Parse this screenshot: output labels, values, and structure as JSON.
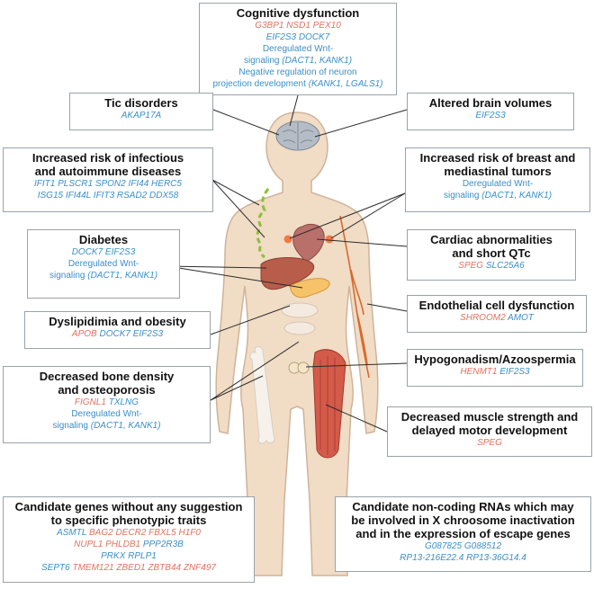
{
  "colors": {
    "red_gene": "#e0735f",
    "blue_gene": "#3a8fc8",
    "skin": "#f1dcc5",
    "body_outline": "#cfb39a"
  },
  "boxes": {
    "cognitive": {
      "title": "Cognitive dysfunction",
      "lines": [
        [
          {
            "t": "G3BP1 NSD1 PEX10",
            "c": "red",
            "g": true
          }
        ],
        [
          {
            "t": "EIF2S3 DOCK7",
            "c": "blue",
            "g": true
          }
        ],
        [
          {
            "t": "Deregulated Wnt-",
            "c": "blue",
            "g": false
          }
        ],
        [
          {
            "t": "signaling ",
            "c": "blue",
            "g": false
          },
          {
            "t": "(DACT1, KANK1)",
            "c": "blue",
            "g": true
          }
        ],
        [
          {
            "t": "Negative regulation of neuron",
            "c": "blue",
            "g": false
          }
        ],
        [
          {
            "t": "projection development ",
            "c": "blue",
            "g": false
          },
          {
            "t": "(KANK1, LGALS1)",
            "c": "blue",
            "g": true
          }
        ]
      ]
    },
    "tic": {
      "title": "Tic disorders",
      "lines": [
        [
          {
            "t": "AKAP17A",
            "c": "blue",
            "g": true
          }
        ]
      ]
    },
    "brain_volumes": {
      "title": "Altered brain volumes",
      "lines": [
        [
          {
            "t": "EIF2S3",
            "c": "blue",
            "g": true
          }
        ]
      ]
    },
    "infectious": {
      "title": "Increased risk of infectious\nand autoimmune diseases",
      "lines": [
        [
          {
            "t": "IFIT1 PLSCR1 SPON2 IFI44 HERC5",
            "c": "blue",
            "g": true
          }
        ],
        [
          {
            "t": "ISG15 IFI44L IFIT3 RSAD2 DDX58",
            "c": "blue",
            "g": true
          }
        ]
      ]
    },
    "breast": {
      "title": "Increased risk of breast and\nmediastinal tumors",
      "lines": [
        [
          {
            "t": "Deregulated Wnt-",
            "c": "blue",
            "g": false
          }
        ],
        [
          {
            "t": "signaling ",
            "c": "blue",
            "g": false
          },
          {
            "t": "(DACT1, KANK1)",
            "c": "blue",
            "g": true
          }
        ]
      ]
    },
    "diabetes": {
      "title": "Diabetes",
      "lines": [
        [
          {
            "t": "DOCK7 EIF2S3",
            "c": "blue",
            "g": true
          }
        ],
        [
          {
            "t": "Deregulated Wnt-",
            "c": "blue",
            "g": false
          }
        ],
        [
          {
            "t": "signaling ",
            "c": "blue",
            "g": false
          },
          {
            "t": "(DACT1, KANK1)",
            "c": "blue",
            "g": true
          }
        ]
      ]
    },
    "cardiac": {
      "title": "Cardiac abnormalities\nand short QTc",
      "lines": [
        [
          {
            "t": "SPEG ",
            "c": "red",
            "g": true
          },
          {
            "t": "SLC25A6",
            "c": "blue",
            "g": true
          }
        ]
      ]
    },
    "endothelial": {
      "title": "Endothelial cell dysfunction",
      "lines": [
        [
          {
            "t": "SHROOM2 ",
            "c": "red",
            "g": true
          },
          {
            "t": "AMOT",
            "c": "blue",
            "g": true
          }
        ]
      ]
    },
    "dyslipidemia": {
      "title": "Dyslipidimia and obesity",
      "lines": [
        [
          {
            "t": "APOB ",
            "c": "red",
            "g": true
          },
          {
            "t": "DOCK7 EIF2S3",
            "c": "blue",
            "g": true
          }
        ]
      ]
    },
    "hypogonadism": {
      "title": "Hypogonadism/Azoospermia",
      "lines": [
        [
          {
            "t": "HENMT1 ",
            "c": "red",
            "g": true
          },
          {
            "t": "EIF2S3",
            "c": "blue",
            "g": true
          }
        ]
      ]
    },
    "bone": {
      "title": "Decreased bone density\nand osteoporosis",
      "lines": [
        [
          {
            "t": "FIGNL1 ",
            "c": "red",
            "g": true
          },
          {
            "t": "TXLNG",
            "c": "blue",
            "g": true
          }
        ],
        [
          {
            "t": "Deregulated Wnt-",
            "c": "blue",
            "g": false
          }
        ],
        [
          {
            "t": "signaling ",
            "c": "blue",
            "g": false
          },
          {
            "t": "(DACT1, KANK1)",
            "c": "blue",
            "g": true
          }
        ]
      ]
    },
    "muscle": {
      "title": "Decreased muscle strength and\ndelayed motor development",
      "lines": [
        [
          {
            "t": "SPEG",
            "c": "red",
            "g": true
          }
        ]
      ]
    },
    "candidate_genes": {
      "title": "Candidate genes without any suggestion\nto specific phenotypic traits",
      "lines": [
        [
          {
            "t": "ASMTL ",
            "c": "blue",
            "g": true
          },
          {
            "t": "BAG2 DECR2 FBXL5 H1F0",
            "c": "red",
            "g": true
          }
        ],
        [
          {
            "t": "NUPL1 PHLDB1 ",
            "c": "red",
            "g": true
          },
          {
            "t": "PPP2R3B",
            "c": "blue",
            "g": true
          }
        ],
        [
          {
            "t": "PRKX RPLP1",
            "c": "blue",
            "g": true
          }
        ],
        [
          {
            "t": "SEPT6 ",
            "c": "blue",
            "g": true
          },
          {
            "t": "TMEM121 ZBED1 ZBTB44 ZNF497",
            "c": "red",
            "g": true
          }
        ]
      ]
    },
    "noncoding": {
      "title": "Candidate non-coding RNAs which may\nbe involved in X chroosome inactivation\nand in the expression of escape genes",
      "lines": [
        [
          {
            "t": "G087825 G088512",
            "c": "blue",
            "g": true
          }
        ],
        [
          {
            "t": "RP13-216E22.4 RP13-36G14.4",
            "c": "blue",
            "g": true
          }
        ]
      ]
    }
  }
}
